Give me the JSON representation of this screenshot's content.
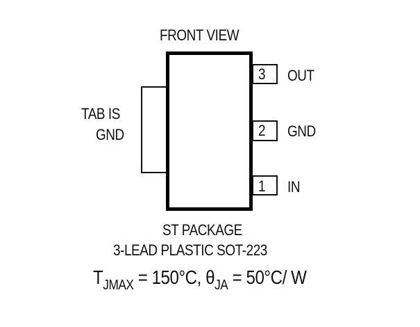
{
  "diagram": {
    "title": "FRONT VIEW",
    "tab_label_line1": "TAB IS",
    "tab_label_line2": "GND",
    "pins": [
      {
        "number": "3",
        "name": "OUT"
      },
      {
        "number": "2",
        "name": "GND"
      },
      {
        "number": "1",
        "name": "IN"
      }
    ],
    "package_line1": "ST PACKAGE",
    "package_line2": "3-LEAD PLASTIC SOT-223",
    "thermal": {
      "t_symbol": "T",
      "t_sub": "JMAX",
      "t_value": " = 150°C, ",
      "theta_symbol": "θ",
      "theta_sub": "JA",
      "theta_value": " = 50°C/ W"
    }
  }
}
